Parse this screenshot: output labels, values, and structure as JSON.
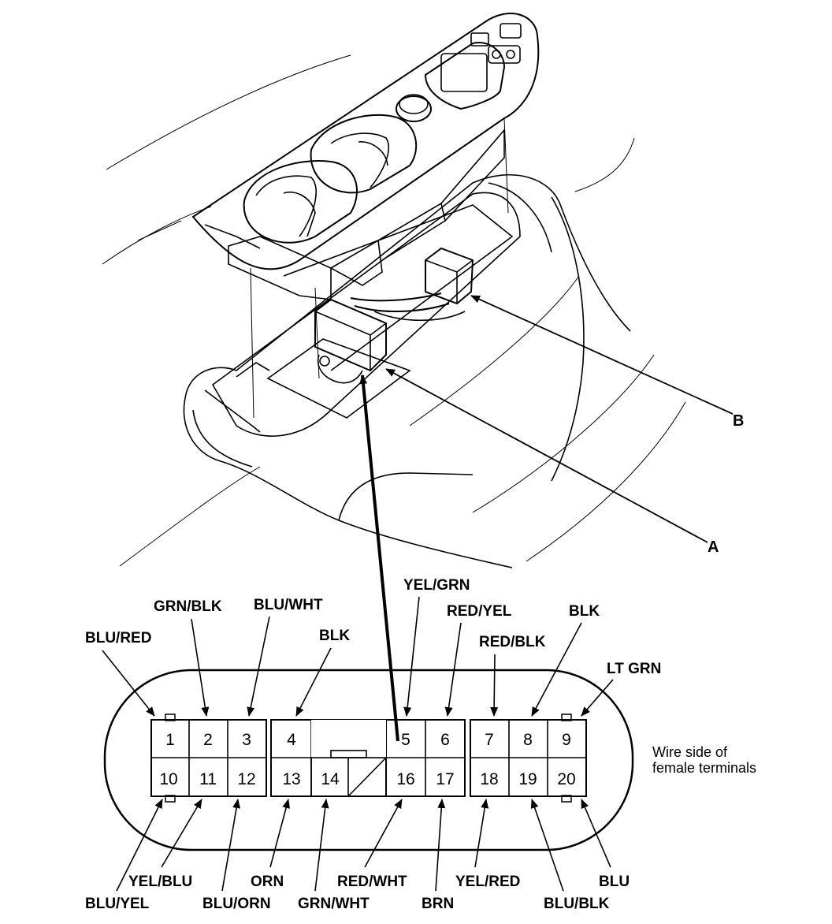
{
  "callouts": {
    "a": "A",
    "b": "B"
  },
  "caption": {
    "line1": "Wire side of",
    "line2": "female terminals"
  },
  "pins": [
    "1",
    "2",
    "3",
    "4",
    "5",
    "6",
    "7",
    "8",
    "9",
    "10",
    "11",
    "12",
    "13",
    "14",
    "16",
    "17",
    "18",
    "19",
    "20"
  ],
  "wire_labels_top": {
    "pin1": "BLU/RED",
    "pin2": "GRN/BLK",
    "pin3": "BLU/WHT",
    "pin4": "BLK",
    "pin5": "YEL/GRN",
    "pin6": "RED/YEL",
    "pin7": "RED/BLK",
    "pin8": "BLK",
    "pin9": "LT GRN"
  },
  "wire_labels_bottom": {
    "pin10": "BLU/YEL",
    "pin11": "YEL/BLU",
    "pin12": "BLU/ORN",
    "pin13": "ORN",
    "pin14": "GRN/WHT",
    "pin16": "RED/WHT",
    "pin17": "BRN",
    "pin18": "YEL/RED",
    "pin19": "BLU/BLK",
    "pin20": "BLU"
  }
}
